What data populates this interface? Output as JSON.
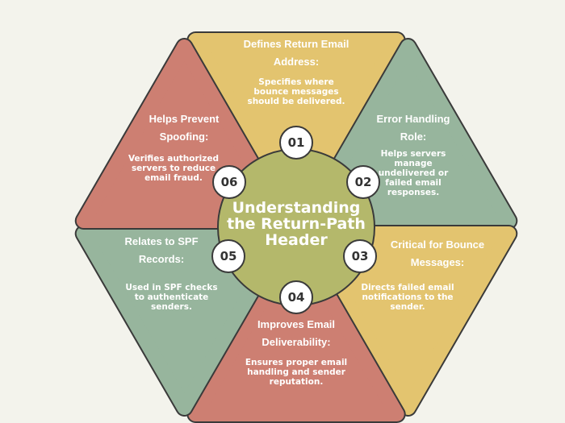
{
  "center_title": "Understanding the Return-Path Header",
  "colors": {
    "yellow": "#e3c46f",
    "red": "#cd7f72",
    "green": "#97b59d",
    "center": "#b4b86b",
    "outline": "#3a3a3a"
  },
  "items": [
    {
      "num": "01",
      "title": "Defines Return Email Address:",
      "body": "Specifies where bounce messages should be delivered.",
      "color": "yellow"
    },
    {
      "num": "02",
      "title": "Error Handling Role:",
      "body": "Helps servers manage undelivered or failed email responses.",
      "color": "green"
    },
    {
      "num": "03",
      "title": "Critical for Bounce Messages:",
      "body": "Directs failed email notifications to the sender.",
      "color": "yellow"
    },
    {
      "num": "04",
      "title": "Improves Email Deliverability:",
      "body": "Ensures proper email handling and sender reputation.",
      "color": "red"
    },
    {
      "num": "05",
      "title": "Relates to SPF Records:",
      "body": "Used in SPF checks to authenticate senders.",
      "color": "green"
    },
    {
      "num": "06",
      "title": "Helps Prevent Spoofing:",
      "body": "Verifies authorized servers to reduce email fraud.",
      "color": "red"
    }
  ]
}
